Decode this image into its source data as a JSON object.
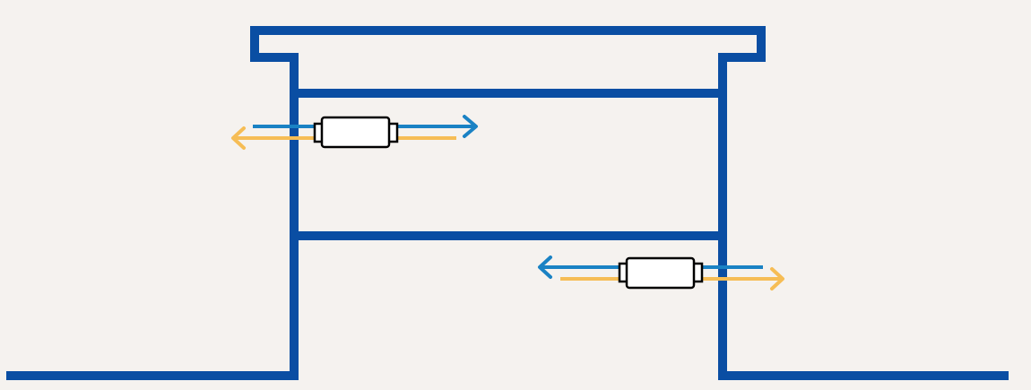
{
  "colors": {
    "background": "#f5f2ef",
    "structure": "#0a4ea3",
    "flow_blue": "#1a82c4",
    "flow_yellow": "#f6bd55",
    "device_fill": "#ffffff",
    "device_stroke": "#000000"
  },
  "icons": {
    "upper_device": "inline-flow-device-icon",
    "lower_device": "inline-flow-device-icon"
  },
  "flows": {
    "upper": {
      "blue_direction": "right",
      "yellow_direction": "left"
    },
    "lower": {
      "blue_direction": "left",
      "yellow_direction": "right"
    }
  }
}
